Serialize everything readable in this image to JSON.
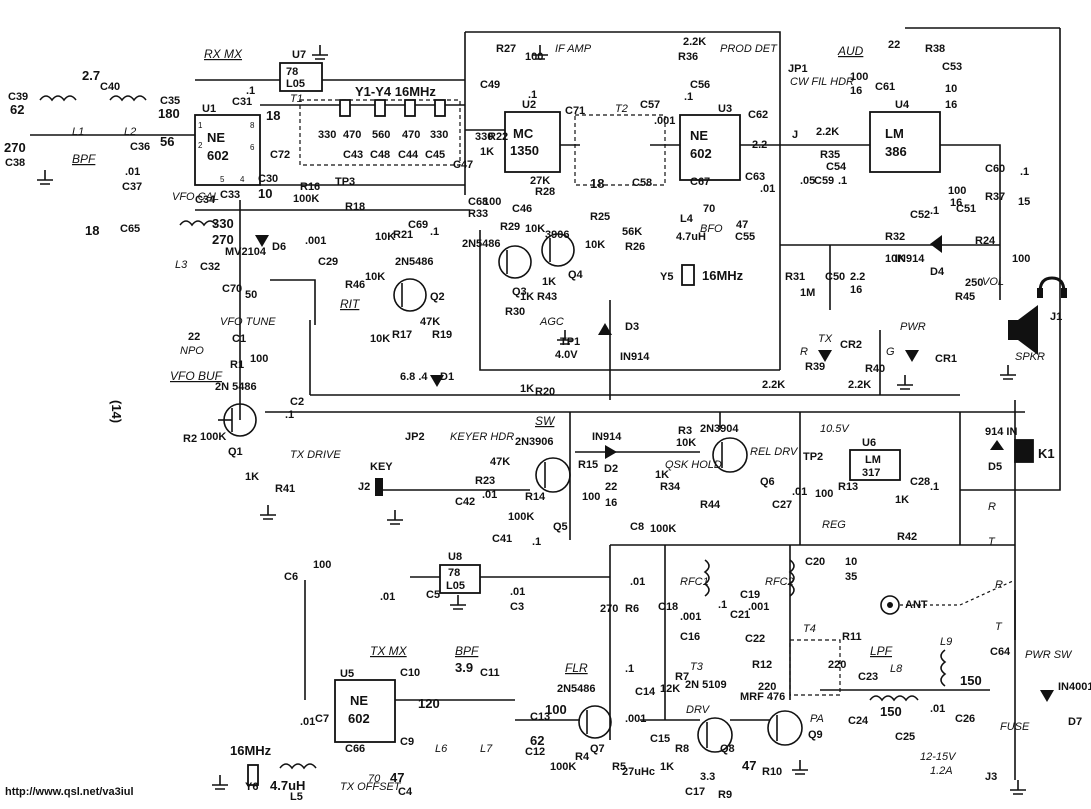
{
  "page": {
    "number": "(14)",
    "url": "http://www.qsl.net/va3iul"
  },
  "sections": {
    "rx_mx": "RX MX",
    "if_amp": "IF AMP",
    "prod_det": "PROD DET",
    "aud": "AUD",
    "vfo_buf": "VFO BUF",
    "tx_mx": "TX MX",
    "bpf_tx": "BPF",
    "bpf_rx": "BPF",
    "lpf": "LPF",
    "keyer_hdr": "KEYER HDR",
    "sw": "SW",
    "rel_drv": "REL DRV",
    "reg": "REG",
    "flr": "FLR",
    "pa": "PA",
    "drv": "DRV",
    "pwr_sw": "PWR SW",
    "rit": "RIT",
    "tx_drive": "TX DRIVE",
    "cw_fil_hdr": "CW FIL HDR",
    "agc": "AGC",
    "bfo": "BFO",
    "vfo_cal": "VFO CAL",
    "vfo_tune": "VFO TUNE",
    "npo": "NPO",
    "tx_offset": "TX OFFSET",
    "qsk_hold": "QSK HOLD",
    "crystal_filter": "Y1-Y4 16MHz"
  },
  "ics": [
    {
      "ref": "U1",
      "part": "NE 602"
    },
    {
      "ref": "U2",
      "part": "MC 1350"
    },
    {
      "ref": "U3",
      "part": "NE 602"
    },
    {
      "ref": "U4",
      "part": "LM 386"
    },
    {
      "ref": "U5",
      "part": "NE 602"
    },
    {
      "ref": "U6",
      "part": "LM 317"
    },
    {
      "ref": "U7",
      "part": "78 L05"
    },
    {
      "ref": "U8",
      "part": "78 L05"
    }
  ],
  "transistors": [
    {
      "ref": "Q1",
      "part": "2N 5486"
    },
    {
      "ref": "Q2",
      "part": "2N5486"
    },
    {
      "ref": "Q3",
      "part": "2N5486"
    },
    {
      "ref": "Q4",
      "part": "3906"
    },
    {
      "ref": "Q5",
      "part": "2N3906"
    },
    {
      "ref": "Q6",
      "part": "2N3904"
    },
    {
      "ref": "Q7",
      "part": "2N5486"
    },
    {
      "ref": "Q8",
      "part": "2N 5109"
    },
    {
      "ref": "Q9",
      "part": "MRF 476"
    }
  ],
  "diodes": [
    {
      "ref": "D1",
      "part": "6.8 .4"
    },
    {
      "ref": "D2",
      "part": "IN914"
    },
    {
      "ref": "D3",
      "part": "IN914"
    },
    {
      "ref": "D4",
      "part": "IN914"
    },
    {
      "ref": "D5",
      "part": "914 IN"
    },
    {
      "ref": "D6",
      "part": "MV2104"
    },
    {
      "ref": "D7",
      "part": "IN4001"
    }
  ],
  "labels": {
    "c39": "C39",
    "c39v": "62",
    "c38": "C38",
    "c38v": "270",
    "c40": "C40",
    "c40v": "2.7",
    "c35": "C35",
    "c35v": "180",
    "c36": "C36",
    "c36v": "56",
    "l1": "L1",
    "l2": "L2",
    "l3": "L3",
    "c37": "C37",
    "c37v": ".01",
    "c31": "C31",
    "c31v": ".1",
    "t1": "T1",
    "t1v": "18",
    "c43": "C43",
    "c48": "C48",
    "c44": "C44",
    "c45": "C45",
    "c43v": "470",
    "c48v": "560",
    "c44v": "470",
    "c45v": "330",
    "c72v": "330",
    "c72": "C72",
    "c47": "C47",
    "c47v": "330",
    "r27": "R27",
    "r27v": "100",
    "c49": "C49",
    "c49v": ".1",
    "r22": "R22",
    "r22v": "1K",
    "c71": "C71",
    "t2": "T2",
    "c57": "C57",
    "c57v": ".001",
    "r36": "R36",
    "r36v": "2.2K",
    "c56": "C56",
    "c56v": ".1",
    "c58": "C58",
    "c58v": "18",
    "r28": "R28",
    "r28v": "27K",
    "c62": "C62",
    "c62v": "2.2",
    "jp1": "JP1",
    "j": "J",
    "r35": "R35",
    "r35v": "2.2K",
    "c54": "C54",
    "c54v": ".1",
    "c59": "C59",
    "c59v": ".05",
    "c63": "C63",
    "c63v": ".01",
    "c67": "C67",
    "c67v": "70",
    "c55": "C55",
    "c55v": "47",
    "l4": "L4",
    "l4v": "4.7uH",
    "y5": "Y5",
    "y5v": "16MHz",
    "r38": "R38",
    "r38v": "22",
    "c53": "C53",
    "c53v": "10",
    "c53v2": "16",
    "c61": "C61",
    "c61v": "100",
    "c61v2": "16",
    "c60": "C60",
    "c60v": ".1",
    "c51": "C51",
    "c51v": "100",
    "c51v2": "16",
    "r37": "R37",
    "r37v": "15",
    "c52": "C52",
    "c52v": ".1",
    "r24": "R24",
    "r24v": "100",
    "r32": "R32",
    "r32v": "10K",
    "r31": "R31",
    "r31v": "1M",
    "c50": "C50",
    "c50v": "2.2",
    "c50v2": "16",
    "r45": "R45",
    "r45v": "250",
    "vol": "VOL",
    "j1": "J1",
    "spkr": "SPKR",
    "c30": "C30",
    "c30v": "10",
    "c34": "C34",
    "c33": "C33",
    "r16": "R16",
    "r16v": "100K",
    "tp3": "TP3",
    "r18": "R18",
    "c69": "C69",
    "c69v": ".1",
    "r21": "R21",
    "r21v": "10K",
    "c29": "C29",
    "c29v": ".001",
    "c65": "C65",
    "c65v": "18",
    "c32": "C32",
    "c330": "330",
    "c270": "270",
    "c70": "C70",
    "c70v": "50",
    "r46": "R46",
    "r46v": "10K",
    "r17": "R17",
    "r17v": "10K",
    "r19": "R19",
    "r19v": "47K",
    "c68": "C68",
    "r33": "R33",
    "r33v": "100",
    "c46": "C46",
    "r29": "R29",
    "r29v": "10K",
    "r25": "R25",
    "r25v": "10K",
    "r26": "R26",
    "r26v": "56K",
    "r30": "R30",
    "r30v": "1K",
    "r43": "R43",
    "r43v": "1K",
    "tp1": "TP1",
    "tp1v": "4.0V",
    "c1": "C1",
    "c1v": "22",
    "r1": "R1",
    "r1v": "100",
    "c2": "C2",
    "c2v": ".1",
    "r2": "R2",
    "r2v": "100K",
    "r41": "R41",
    "r41v": "1K",
    "r20": "R20",
    "r20v": "1K",
    "jp2": "JP2",
    "key": "KEY",
    "j2": "J2",
    "r23": "R23",
    "r23v": "47K",
    "c42": "C42",
    "c42v": ".01",
    "r14": "R14",
    "r14v": "100K",
    "r15": "R15",
    "r15v": "100",
    "c41": "C41",
    "c41v": ".1",
    "r3": "R3",
    "r3v": "10K",
    "r34": "R34",
    "r34v": "1K",
    "c8": "C8",
    "c8v": "22",
    "c8v2": "16",
    "r44": "R44",
    "r44v": "100K",
    "c27": "C27",
    "c27v": ".01",
    "tp2": "TP2",
    "tp2v": "10.5V",
    "r13": "R13",
    "r13v": "100",
    "c28": "C28",
    "c28v": ".1",
    "r42": "R42",
    "r42v": "1K",
    "k1": "K1",
    "cr1": "CR1",
    "cr2": "CR2",
    "tx": "TX",
    "pwr": "PWR",
    "r39": "R39",
    "r39v": "2.2K",
    "r40": "R40",
    "r40v": "2.2K",
    "r_lbl": "R",
    "g_lbl": "G",
    "t_lbl": "T",
    "c6": "C6",
    "c6v": "100",
    "c5": "C5",
    "c5v": ".01",
    "c3": "C3",
    "c3v": ".01",
    "c7": "C7",
    "c7v": ".01",
    "c10": "C10",
    "c9": "C9",
    "c66": "C66",
    "c4": "C4",
    "c4v": "47",
    "l5": "L5",
    "l5v": "4.7uH",
    "y6": "Y6",
    "y6v": "16MHz",
    "c70b": "70",
    "l6": "L6",
    "l7": "L7",
    "c11": "C11",
    "c11v": "3.9",
    "c120": "120",
    "c13": "C13",
    "c13v": "100",
    "c12": "C12",
    "c12v": "62",
    "r4": "R4",
    "r4v": "100K",
    "r5": "R5",
    "r5v": "27uHc",
    "c15": "C15",
    "c15v": ".001",
    "c14": "C14",
    "c14v": ".1",
    "r6": "R6",
    "r6v": "270",
    "c18": "C18",
    "c18v": ".01",
    "r7": "R7",
    "r7v": "12K",
    "r8": "R8",
    "r8v": "1K",
    "r9": "R9",
    "r9v": "3.3",
    "c17": "C17",
    "rfc1": "RFC1",
    "rfc2": "RFC2",
    "c19": "C19",
    "c16": "C16",
    "c16v": ".001",
    "c21": "C21",
    "c21v": ".1",
    "c22": "C22",
    "c22v": ".001",
    "c20": "C20",
    "c20v": "10",
    "c20v2": "35",
    "t3": "T3",
    "t4": "T4",
    "r12": "R12",
    "r12v": "220",
    "r11": "R11",
    "r11v": "220",
    "r10": "R10",
    "r10v": "47",
    "c23": "C23",
    "l8": "L8",
    "l9": "L9",
    "c24": "C24",
    "c25": "C25",
    "c26": "C26",
    "c26v": ".01",
    "c150a": "150",
    "c150b": "150",
    "c64": "C64",
    "ant": "ANT",
    "fuse": "FUSE",
    "supply": "12-15V",
    "supply2": "1.2A",
    "j3": "J3"
  }
}
